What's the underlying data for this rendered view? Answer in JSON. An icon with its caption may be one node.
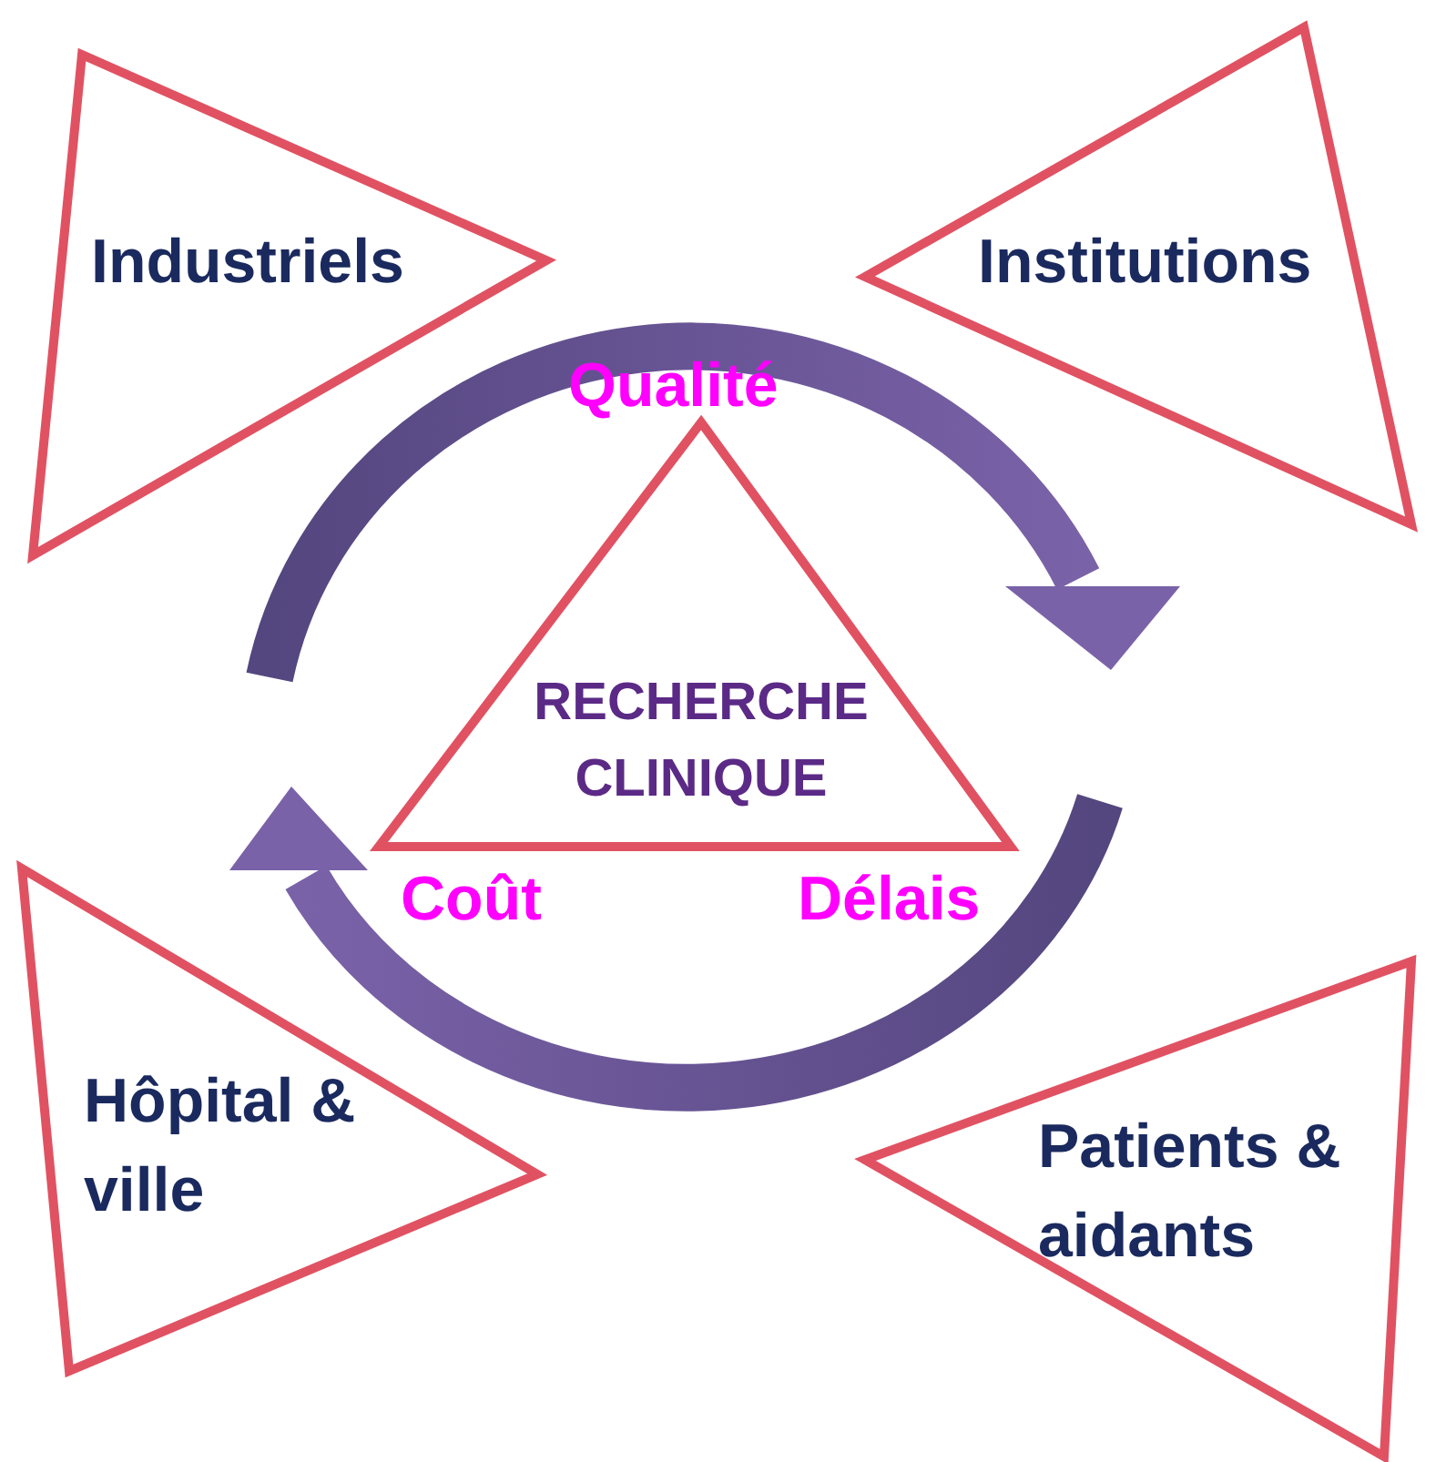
{
  "diagram": {
    "nodes": [
      {
        "text": [
          "Industriels"
        ]
      },
      {
        "text": [
          "Institutions"
        ]
      },
      {
        "text": [
          "RECHERCHE CLINIQUE"
        ],
        "beside": [
          "Qualité",
          "Coût",
          "Délais"
        ]
      },
      {
        "text": [
          "Hôpital & ville"
        ]
      },
      {
        "text": [
          "Patients & aidants"
        ]
      }
    ]
  }
}
